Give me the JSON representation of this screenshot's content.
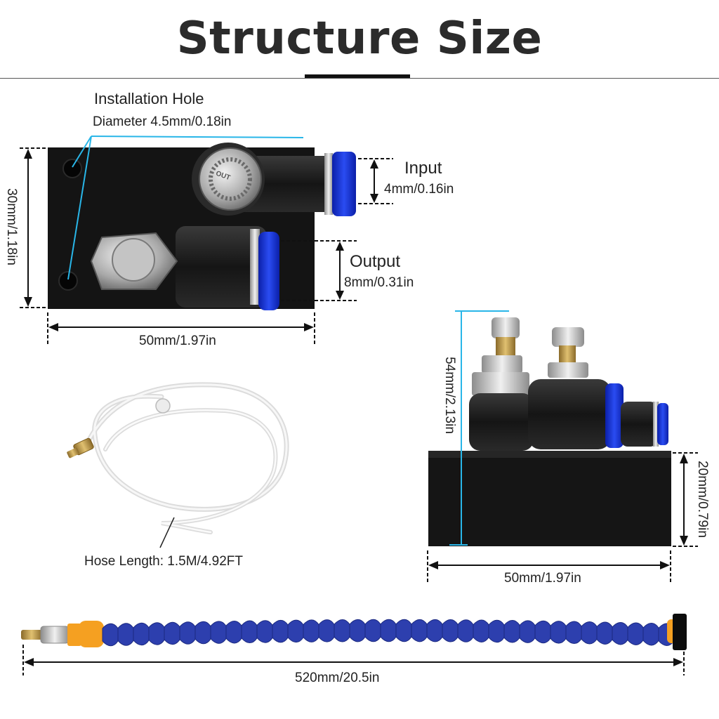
{
  "title": "Structure Size",
  "top_view": {
    "installation_hole_label": "Installation Hole",
    "installation_hole_diameter": "Diameter 4.5mm/0.18in",
    "height_dim": "30mm/1.18in",
    "width_dim": "50mm/1.97in",
    "input_label": "Input",
    "input_dim": "4mm/0.16in",
    "output_label": "Output",
    "output_dim": "8mm/0.31in",
    "knob_text": "OUT"
  },
  "side_view": {
    "total_height_dim": "54mm/2.13in",
    "block_height_dim": "20mm/0.79in",
    "width_dim": "50mm/1.97in"
  },
  "hose": {
    "length_label": "Hose Length: 1.5M/4.92FT"
  },
  "nozzle": {
    "length_dim": "520mm/20.5in"
  },
  "colors": {
    "fitting_blue": "#1a36d8",
    "block_black": "#111111",
    "measure_cyan": "#29b6e8",
    "hose_blue": "#2d3fae",
    "nozzle_orange": "#f5a021"
  }
}
